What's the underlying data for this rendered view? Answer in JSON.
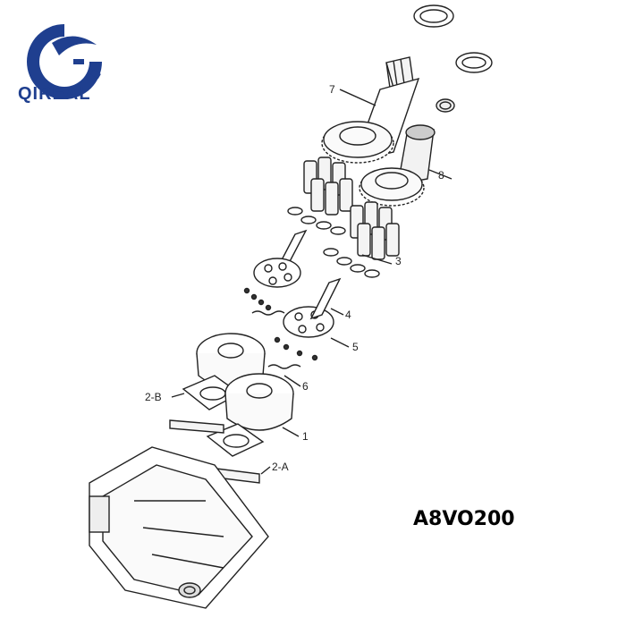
{
  "brand": {
    "name": "QIREAL",
    "color": "#1f3f8f"
  },
  "model": "A8VO200",
  "callouts": [
    {
      "label": "7"
    },
    {
      "label": "8"
    },
    {
      "label": "3"
    },
    {
      "label": "4"
    },
    {
      "label": "5"
    },
    {
      "label": "6"
    },
    {
      "label": "2-B"
    },
    {
      "label": "1"
    },
    {
      "label": "2-A"
    }
  ]
}
